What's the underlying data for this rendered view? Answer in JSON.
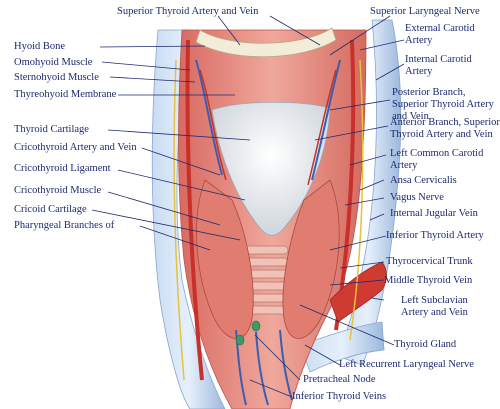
{
  "labels": {
    "superior_thyroid_artery_vein": "Superior Thyroid Artery and Vein",
    "superior_laryngeal_nerve": "Superior Laryngeal Nerve",
    "external_carotid_artery": "External Carotid Artery",
    "hyoid_bone": "Hyoid Bone",
    "omohyoid_muscle": "Omohyoid Muscle",
    "sternohyoid_muscle": "Sternohyoid Muscle",
    "internal_carotid_artery": "Internal Carotid Artery",
    "thyreohyoid_membrane": "Thyreohyoid Membrane",
    "posterior_branch": "Posterior Branch, Superior Thyroid Artery and Vein",
    "thyroid_cartilage": "Thyroid Cartilage",
    "anterior_branch": "Anterior Branch, Superior Thyroid Artery and Vein",
    "cricothyroid_artery_vein": "Cricothyroid Artery and Vein",
    "left_common_carotid_artery": "Left Common Carotid Artery",
    "cricothyroid_ligament": "Cricothyroid Ligament",
    "ansa_cervicalis": "Ansa Cervicalis",
    "cricothyroid_muscle": "Cricothyroid Muscle",
    "vagus_nerve": "Vagus Nerve",
    "cricoid_cartilage": "Cricoid Cartilage",
    "internal_jugular_vein": "Internal Jugular Vein",
    "pharyngeal_branches": "Pharyngeal Branches of",
    "inferior_thyroid_artery": "Inferior Thyroid Artery",
    "thyrocervical_trunk": "Thyrocervical Trunk",
    "middle_thyroid_vein": "Middle Thyroid Vein",
    "left_subclavian": "Left Subclavian Artery and Vein",
    "thyroid_gland": "Thyroid Gland",
    "left_recurrent_laryngeal_nerve": "Left Recurrent Laryngeal Nerve",
    "pretracheal_node": "Pretracheal Node",
    "inferior_thyroid_veins": "Inferior Thyroid Veins"
  },
  "colors": {
    "label_text": "#1e2a6e",
    "vein": "#3a5fb0",
    "artery": "#c8302a",
    "muscle": "#e58a80",
    "cartilage": "#eef0f2",
    "nerve": "#e8c23a"
  }
}
